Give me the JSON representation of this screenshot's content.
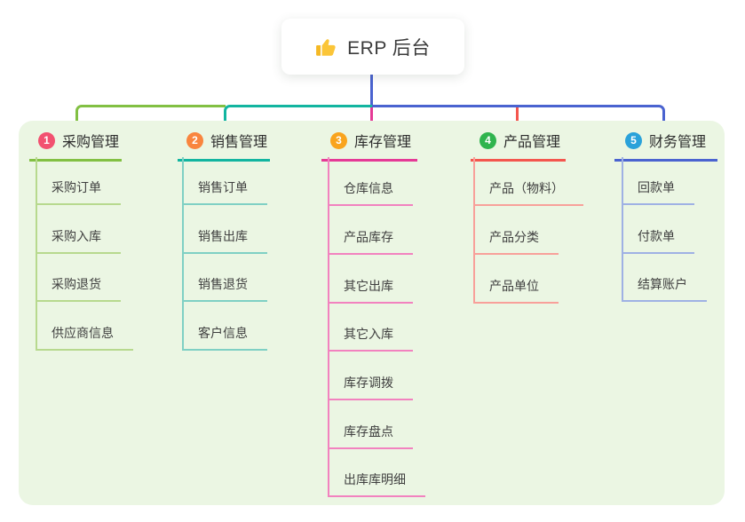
{
  "root": {
    "label": "ERP 后台",
    "icon": "thumbs-up-icon"
  },
  "colors": {
    "panel_background": "#ebf6e3",
    "root_connector": "#4a63d0"
  },
  "branches": [
    {
      "index": "1",
      "title": "采购管理",
      "badge_color": "#f25170",
      "line_color": "#82c043",
      "child_line_color": "#b7d98e",
      "children": [
        "采购订单",
        "采购入库",
        "采购退货",
        "供应商信息"
      ]
    },
    {
      "index": "2",
      "title": "销售管理",
      "badge_color": "#f9853e",
      "line_color": "#12b5a0",
      "child_line_color": "#7fd0c4",
      "children": [
        "销售订单",
        "销售出库",
        "销售退货",
        "客户信息"
      ]
    },
    {
      "index": "3",
      "title": "库存管理",
      "badge_color": "#f9a41d",
      "line_color": "#e53a96",
      "child_line_color": "#f282bf",
      "children": [
        "仓库信息",
        "产品库存",
        "其它出库",
        "其它入库",
        "库存调拨",
        "库存盘点",
        "出库库明细"
      ]
    },
    {
      "index": "4",
      "title": "产品管理",
      "badge_color": "#2fb44e",
      "line_color": "#f4564e",
      "child_line_color": "#f8a09a",
      "children": [
        "产品（物料）",
        "产品分类",
        "产品单位"
      ]
    },
    {
      "index": "5",
      "title": "财务管理",
      "badge_color": "#2aa2da",
      "line_color": "#4a63d0",
      "child_line_color": "#9fb1e4",
      "children": [
        "回款单",
        "付款单",
        "结算账户"
      ]
    }
  ]
}
